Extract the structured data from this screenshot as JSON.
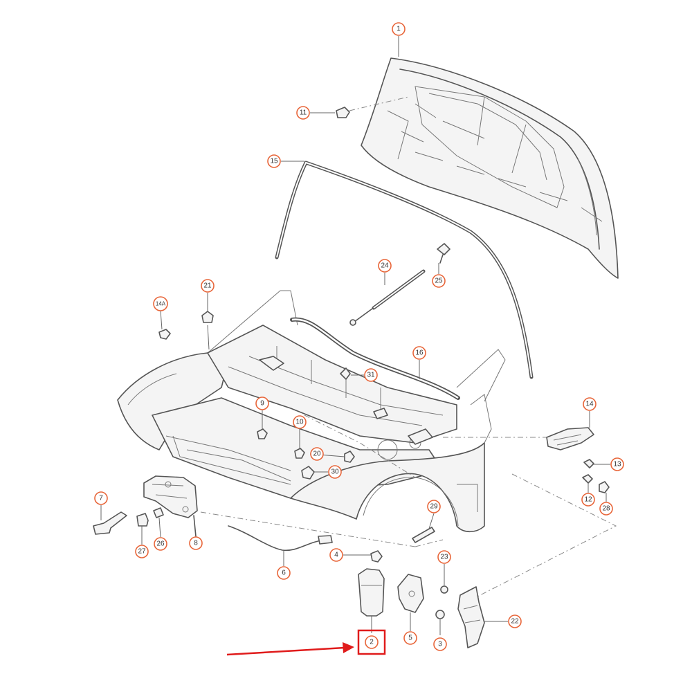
{
  "callouts": [
    {
      "id": "c1",
      "text": "1"
    },
    {
      "id": "c11",
      "text": "11"
    },
    {
      "id": "c15",
      "text": "15"
    },
    {
      "id": "c24",
      "text": "24"
    },
    {
      "id": "c25",
      "text": "25"
    },
    {
      "id": "c21",
      "text": "21"
    },
    {
      "id": "c14a",
      "text": "14A"
    },
    {
      "id": "c16",
      "text": "16"
    },
    {
      "id": "c31",
      "text": "31"
    },
    {
      "id": "c9",
      "text": "9"
    },
    {
      "id": "c10",
      "text": "10"
    },
    {
      "id": "c20",
      "text": "20"
    },
    {
      "id": "c30",
      "text": "30"
    },
    {
      "id": "c14",
      "text": "14"
    },
    {
      "id": "c13",
      "text": "13"
    },
    {
      "id": "c12",
      "text": "12"
    },
    {
      "id": "c28",
      "text": "28"
    },
    {
      "id": "c7",
      "text": "7"
    },
    {
      "id": "c27",
      "text": "27"
    },
    {
      "id": "c26",
      "text": "26"
    },
    {
      "id": "c8",
      "text": "8"
    },
    {
      "id": "c29",
      "text": "29"
    },
    {
      "id": "c6",
      "text": "6"
    },
    {
      "id": "c4",
      "text": "4"
    },
    {
      "id": "c23",
      "text": "23"
    },
    {
      "id": "c22",
      "text": "22"
    },
    {
      "id": "c2",
      "text": "2"
    },
    {
      "id": "c5",
      "text": "5"
    },
    {
      "id": "c3",
      "text": "3"
    }
  ],
  "highlight": {
    "part": "2",
    "color": "#e01b1b"
  },
  "colors": {
    "callout_ring": "#e8663a",
    "line_art": "#555555",
    "highlight": "#e01b1b"
  }
}
